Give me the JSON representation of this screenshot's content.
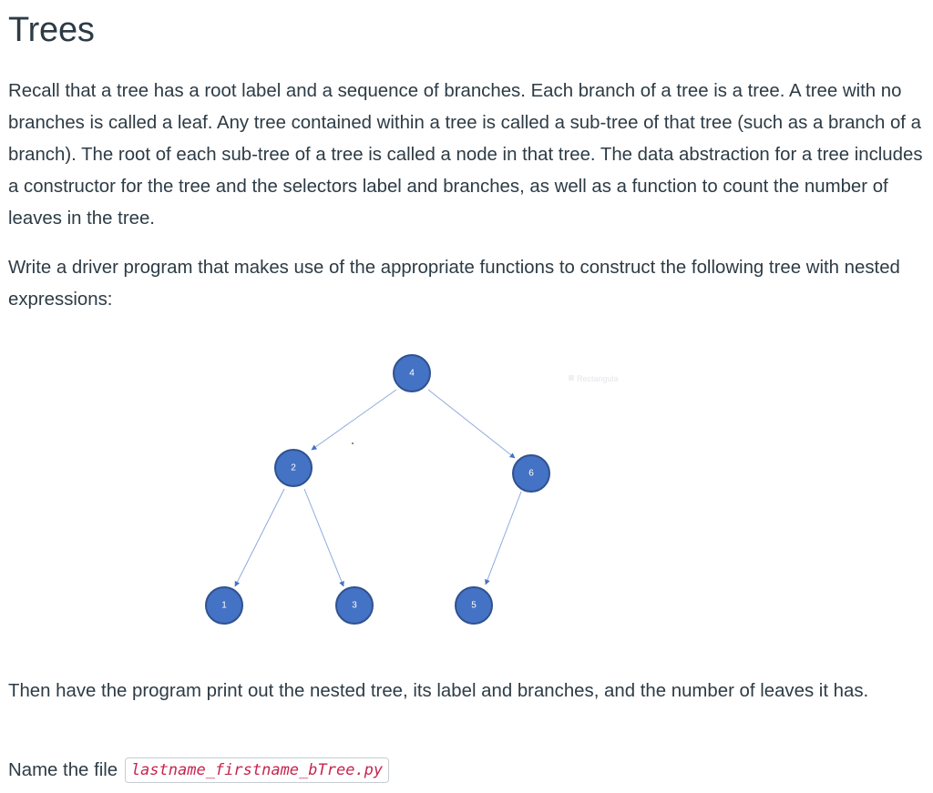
{
  "header": {
    "title": "Trees"
  },
  "content": {
    "paragraph_1": "Recall that a tree has a root label and a sequence of branches. Each branch of a tree is a tree. A tree with no branches is called a leaf. Any tree contained within a tree is called a sub-tree of that tree (such as a branch of a branch). The root of each sub-tree of a tree is called a node in that tree. The data abstraction for a tree includes a constructor for the tree and the selectors label and branches, as well as a function to count the number of leaves in the tree.",
    "paragraph_2": "Write a driver program that makes use of the appropriate functions to construct the following tree with nested expressions:",
    "paragraph_3": "Then have the program print out the nested tree, its label and  branches, and the number of leaves it has.",
    "filename_prefix": "Name the file",
    "filename": "lastname_firstname_bTree.py"
  },
  "figure": {
    "nodes": [
      "4",
      "2",
      "6",
      "1",
      "3",
      "5"
    ],
    "ghost_label": "Rectangula",
    "colors": {
      "node_fill": "#4472c4",
      "node_stroke": "#2f528f",
      "edge": "#8faadc",
      "text": "#2d3b45",
      "code": "#c7254e"
    }
  }
}
